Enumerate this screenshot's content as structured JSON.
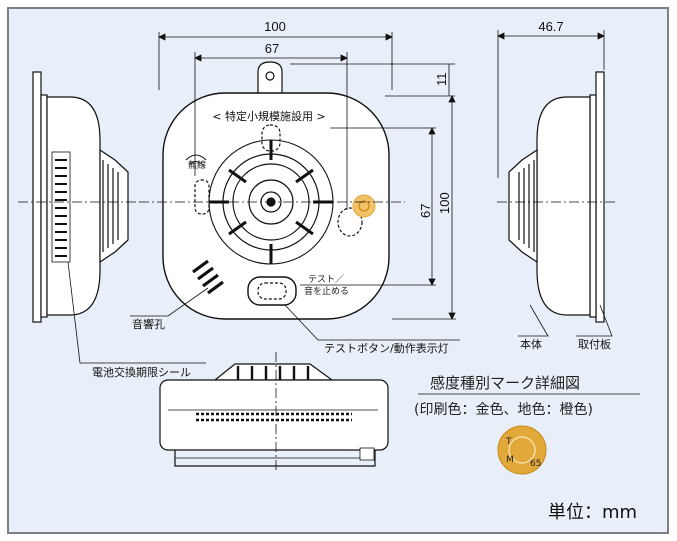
{
  "dimensions": {
    "front_width": "100",
    "front_inner_width": "67",
    "hook_height": "11",
    "front_inner_height": "67",
    "front_height": "100",
    "side_depth": "46.7"
  },
  "labels": {
    "facility_use": "< 特定小規模施設用 >",
    "wireless": "無線",
    "test_stop_line1": "テスト／",
    "test_stop_line2": "音を止める",
    "sound_hole": "音響孔",
    "battery_seal": "電池交換期限シール",
    "test_button": "テストボタン/動作表示灯",
    "body": "本体",
    "mount_plate": "取付板"
  },
  "mark_detail": {
    "title": "感度種別マーク詳細図",
    "subtitle": "(印刷色：金色、地色：橙色)",
    "mark_letters": [
      "T",
      "M",
      "65"
    ],
    "colors": {
      "mark": "#e2a93a",
      "mark_ring": "#c98a1c"
    }
  },
  "unit": "単位：mm",
  "colors": {
    "background": "#e9eff8",
    "frame": "#7a7f88",
    "line": "#111111",
    "body_fill": "#ffffff"
  }
}
